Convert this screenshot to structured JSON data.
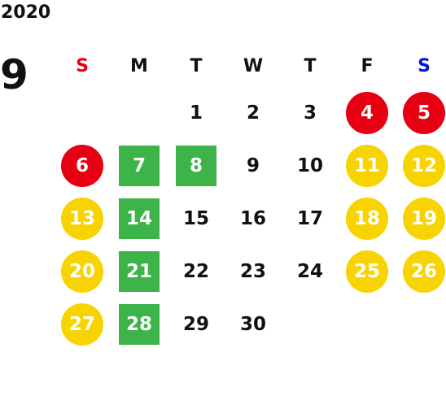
{
  "calendar": {
    "year": "2020",
    "month": "9",
    "weekdays": [
      {
        "label": "S",
        "color": "#e60012"
      },
      {
        "label": "M",
        "color": "#111111"
      },
      {
        "label": "T",
        "color": "#111111"
      },
      {
        "label": "W",
        "color": "#111111"
      },
      {
        "label": "T",
        "color": "#111111"
      },
      {
        "label": "F",
        "color": "#111111"
      },
      {
        "label": "S",
        "color": "#0016d9"
      }
    ],
    "weeks": [
      [
        {
          "day": "",
          "style": "plain"
        },
        {
          "day": "",
          "style": "plain"
        },
        {
          "day": "1",
          "style": "plain"
        },
        {
          "day": "2",
          "style": "plain"
        },
        {
          "day": "3",
          "style": "plain"
        },
        {
          "day": "4",
          "style": "red"
        },
        {
          "day": "5",
          "style": "red"
        }
      ],
      [
        {
          "day": "6",
          "style": "red"
        },
        {
          "day": "7",
          "style": "green"
        },
        {
          "day": "8",
          "style": "green"
        },
        {
          "day": "9",
          "style": "plain"
        },
        {
          "day": "10",
          "style": "plain"
        },
        {
          "day": "11",
          "style": "yellow"
        },
        {
          "day": "12",
          "style": "yellow"
        }
      ],
      [
        {
          "day": "13",
          "style": "yellow"
        },
        {
          "day": "14",
          "style": "green"
        },
        {
          "day": "15",
          "style": "plain"
        },
        {
          "day": "16",
          "style": "plain"
        },
        {
          "day": "17",
          "style": "plain"
        },
        {
          "day": "18",
          "style": "yellow"
        },
        {
          "day": "19",
          "style": "yellow"
        }
      ],
      [
        {
          "day": "20",
          "style": "yellow"
        },
        {
          "day": "21",
          "style": "green"
        },
        {
          "day": "22",
          "style": "plain"
        },
        {
          "day": "23",
          "style": "plain"
        },
        {
          "day": "24",
          "style": "plain"
        },
        {
          "day": "25",
          "style": "yellow"
        },
        {
          "day": "26",
          "style": "yellow"
        }
      ],
      [
        {
          "day": "27",
          "style": "yellow"
        },
        {
          "day": "28",
          "style": "green"
        },
        {
          "day": "29",
          "style": "plain"
        },
        {
          "day": "30",
          "style": "plain"
        },
        {
          "day": "",
          "style": "plain"
        },
        {
          "day": "",
          "style": "plain"
        },
        {
          "day": "",
          "style": "plain"
        }
      ]
    ]
  }
}
